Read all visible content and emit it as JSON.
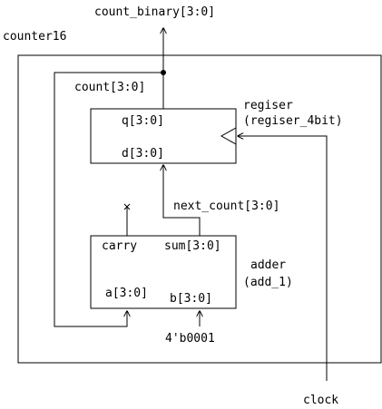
{
  "module": {
    "name": "counter16"
  },
  "ports": {
    "output": "count_binary[3:0]",
    "clock": "clock",
    "constant": "4'b0001"
  },
  "signals": {
    "count": "count[3:0]",
    "next_count": "next_count[3:0]"
  },
  "register": {
    "instance": "regiser",
    "type": "(regiser_4bit)",
    "pin_q": "q[3:0]",
    "pin_d": "d[3:0]"
  },
  "adder": {
    "instance": "adder",
    "type": "(add_1)",
    "pin_carry": "carry",
    "pin_sum": "sum[3:0]",
    "pin_a": "a[3:0]",
    "pin_b": "b[3:0]"
  }
}
